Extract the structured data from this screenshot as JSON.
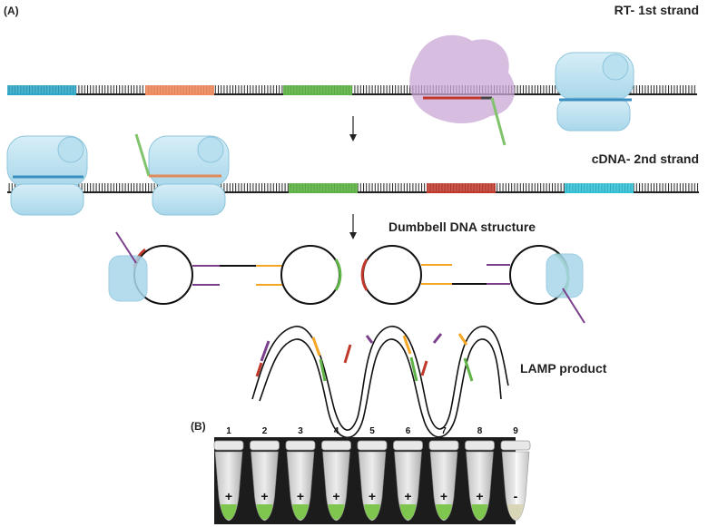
{
  "panel_a_label": "(A)",
  "panel_b_label": "(B)",
  "steps": {
    "rt_first_strand": "RT- 1st strand",
    "cdna_second_strand": "cDNA- 2nd strand",
    "dumbbell": "Dumbbell DNA structure",
    "lamp_product": "LAMP product"
  },
  "tubes": [
    {
      "number": "1",
      "sign": "+"
    },
    {
      "number": "2",
      "sign": "+"
    },
    {
      "number": "3",
      "sign": "+"
    },
    {
      "number": "4",
      "sign": "+"
    },
    {
      "number": "5",
      "sign": "+"
    },
    {
      "number": "6",
      "sign": "+"
    },
    {
      "number": "7",
      "sign": "+"
    },
    {
      "number": "8",
      "sign": "+"
    },
    {
      "number": "9",
      "sign": "-"
    }
  ],
  "colors": {
    "blue": "#2aa7c9",
    "orange": "#f08a5d",
    "green": "#5fb446",
    "red": "#c0392b",
    "purple": "#7b3f8c",
    "yellow": "#f5a623",
    "enzyme": "#bfe3f0",
    "polymerase": "#c9a7d6"
  }
}
